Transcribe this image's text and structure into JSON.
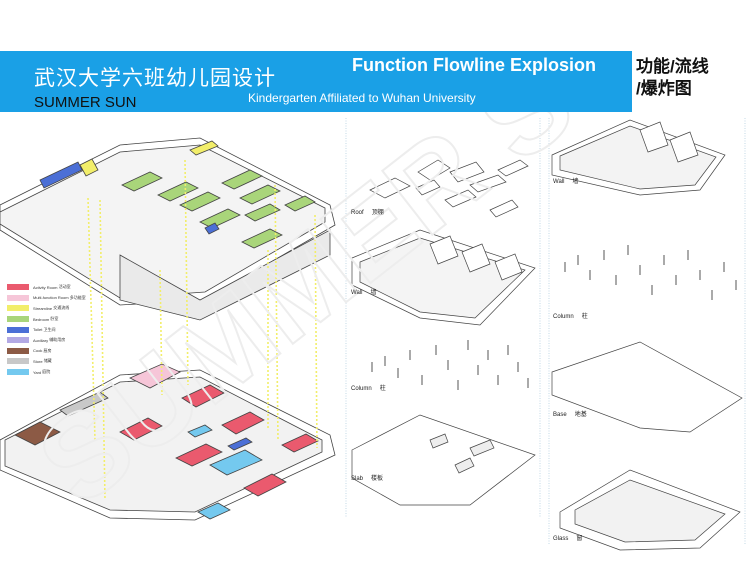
{
  "header": {
    "title_cn": "武汉大学六班幼儿园设计",
    "title_en": "SUMMER SUN",
    "heading": "Function Flowline Explosion",
    "subheading": "Kindergarten Affiliated to Wuhan University",
    "label_cn_line1": "功能/流线",
    "label_cn_line2": "/爆炸图"
  },
  "legend": [
    {
      "en": "Activity Room",
      "cn": "活动室",
      "color": "#ea5a6e"
    },
    {
      "en": "Multi-function Room",
      "cn": "多功能室",
      "color": "#f6c6d8"
    },
    {
      "en": "Streamline",
      "cn": "交通流线",
      "color": "#f2ee6a"
    },
    {
      "en": "Bedroom",
      "cn": "卧室",
      "color": "#a9d57a"
    },
    {
      "en": "Toilet",
      "cn": "卫生间",
      "color": "#4b6fd6"
    },
    {
      "en": "Auxiliary",
      "cn": "辅助用房",
      "color": "#b3a9e4"
    },
    {
      "en": "Cook",
      "cn": "厨房",
      "color": "#8c5a45"
    },
    {
      "en": "Store",
      "cn": "储藏",
      "color": "#c8c8c8"
    },
    {
      "en": "Yard",
      "cn": "庭院",
      "color": "#74c9ef"
    }
  ],
  "layers_middle": [
    {
      "en": "Roof",
      "cn": "顶棚"
    },
    {
      "en": "Wall",
      "cn": "墙"
    },
    {
      "en": "Column",
      "cn": "柱"
    },
    {
      "en": "Slab",
      "cn": "楼板"
    }
  ],
  "layers_right": [
    {
      "en": "Wall",
      "cn": "墙"
    },
    {
      "en": "Column",
      "cn": "柱"
    },
    {
      "en": "Base",
      "cn": "地基"
    },
    {
      "en": "Glass",
      "cn": "窗"
    }
  ],
  "watermark": "SUMMER SUN"
}
